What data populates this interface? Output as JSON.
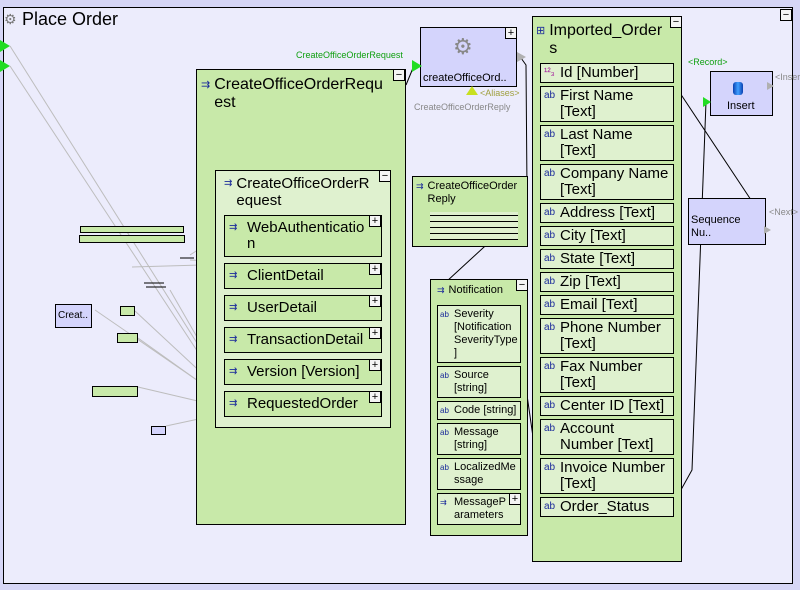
{
  "title": "Place Order",
  "request_link_label": "CreateOfficeOrderRequest",
  "reply_link_label": "CreateOfficeOrderReply",
  "aliases_label": "<Aliases>",
  "record_label": "<Record>",
  "insert_port_label": "<Inser",
  "next_label": "<Next>",
  "service": {
    "label": "createOfficeOrd.."
  },
  "insert": {
    "label": "Insert"
  },
  "sequence": {
    "label": "Sequence Nu.."
  },
  "creat_box": {
    "label": "Creat.."
  },
  "request": {
    "title": "CreateOfficeOrderRequest",
    "inner_title": "CreateOfficeOrderRequest",
    "children": [
      "WebAuthentication",
      "ClientDetail",
      "UserDetail",
      "TransactionDetail",
      "Version [Version]",
      "RequestedOrder"
    ]
  },
  "reply": {
    "title": "CreateOfficeOrderReply"
  },
  "notification": {
    "title": "Notification",
    "fields": [
      "Severity [NotificationSeverityType]",
      "Source [string]",
      "Code [string]",
      "Message [string]",
      "LocalizedMessage",
      "MessageParameters"
    ]
  },
  "imported": {
    "title": "Imported_Orders",
    "fields": [
      {
        "icon": "number",
        "label": "Id [Number]"
      },
      {
        "icon": "text",
        "label": "First Name [Text]"
      },
      {
        "icon": "text",
        "label": "Last Name [Text]"
      },
      {
        "icon": "text",
        "label": "Company Name [Text]"
      },
      {
        "icon": "text",
        "label": "Address [Text]"
      },
      {
        "icon": "text",
        "label": "City [Text]"
      },
      {
        "icon": "text",
        "label": "State [Text]"
      },
      {
        "icon": "text",
        "label": "Zip [Text]"
      },
      {
        "icon": "text",
        "label": "Email [Text]"
      },
      {
        "icon": "text",
        "label": "Phone Number [Text]"
      },
      {
        "icon": "text",
        "label": "Fax Number [Text]"
      },
      {
        "icon": "text",
        "label": "Center ID [Text]"
      },
      {
        "icon": "text",
        "label": "Account Number [Text]"
      },
      {
        "icon": "text",
        "label": "Invoice Number [Text]"
      },
      {
        "icon": "text",
        "label": "Order_Status"
      }
    ]
  },
  "colors": {
    "node_green": "#c8e9a9",
    "node_light_green": "#dff1cf",
    "node_blue": "#d4d4fc",
    "canvas": "#ececfc",
    "port_green": "#22dd22"
  }
}
